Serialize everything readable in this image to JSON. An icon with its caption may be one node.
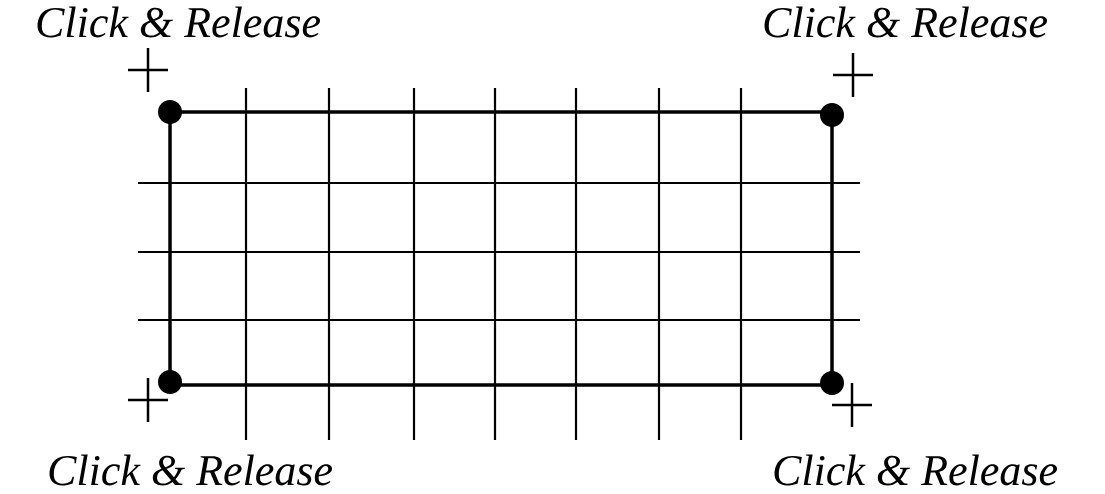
{
  "diagram": {
    "labels": [
      "Click & Release",
      "Click & Release",
      "Click & Release",
      "Click & Release"
    ]
  }
}
